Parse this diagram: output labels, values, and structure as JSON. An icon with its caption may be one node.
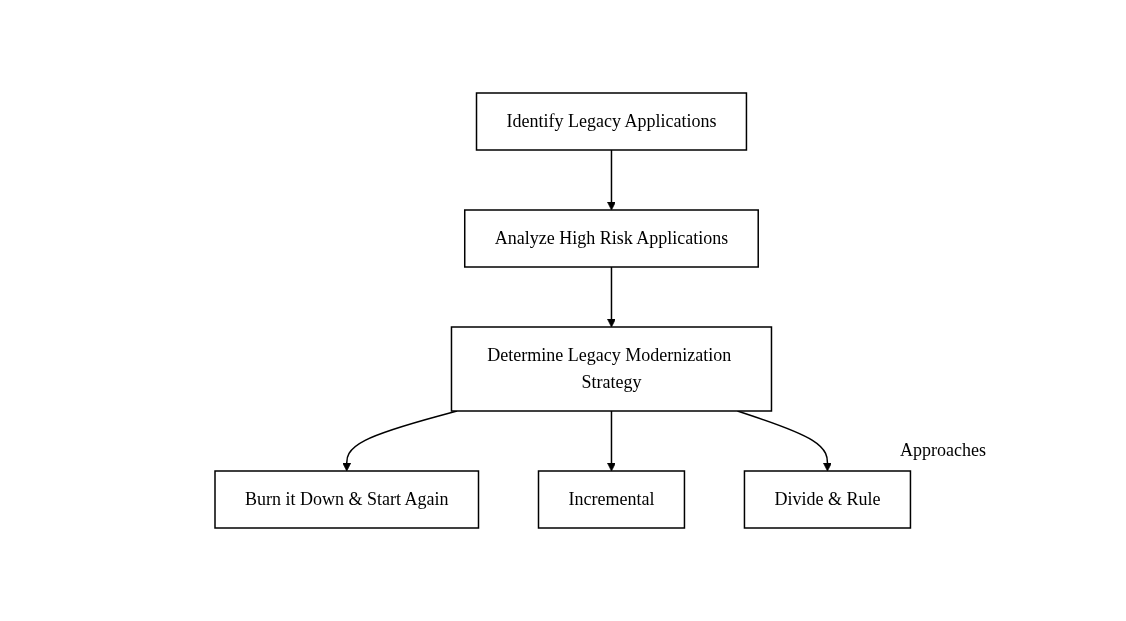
{
  "diagram": {
    "nodes": [
      {
        "text": [
          "Identify Legacy Applications"
        ]
      },
      {
        "text": [
          "Analyze High Risk Applications"
        ]
      },
      {
        "text": [
          "Determine Legacy Modernization Strategy"
        ]
      },
      {
        "text": [
          "Burn it Down & Start Again"
        ]
      },
      {
        "text": [
          "Incremental"
        ]
      },
      {
        "text": [
          "Divide & Rule"
        ]
      }
    ],
    "edges": [
      {
        "from": 0,
        "to": 1,
        "arrow": "to"
      },
      {
        "from": 1,
        "to": 2,
        "arrow": "to"
      },
      {
        "from": 2,
        "to": 3,
        "arrow": "to"
      },
      {
        "from": 2,
        "to": 4,
        "arrow": "to"
      },
      {
        "from": 2,
        "to": 5,
        "arrow": "to"
      }
    ],
    "labels": [
      "Approaches"
    ]
  }
}
